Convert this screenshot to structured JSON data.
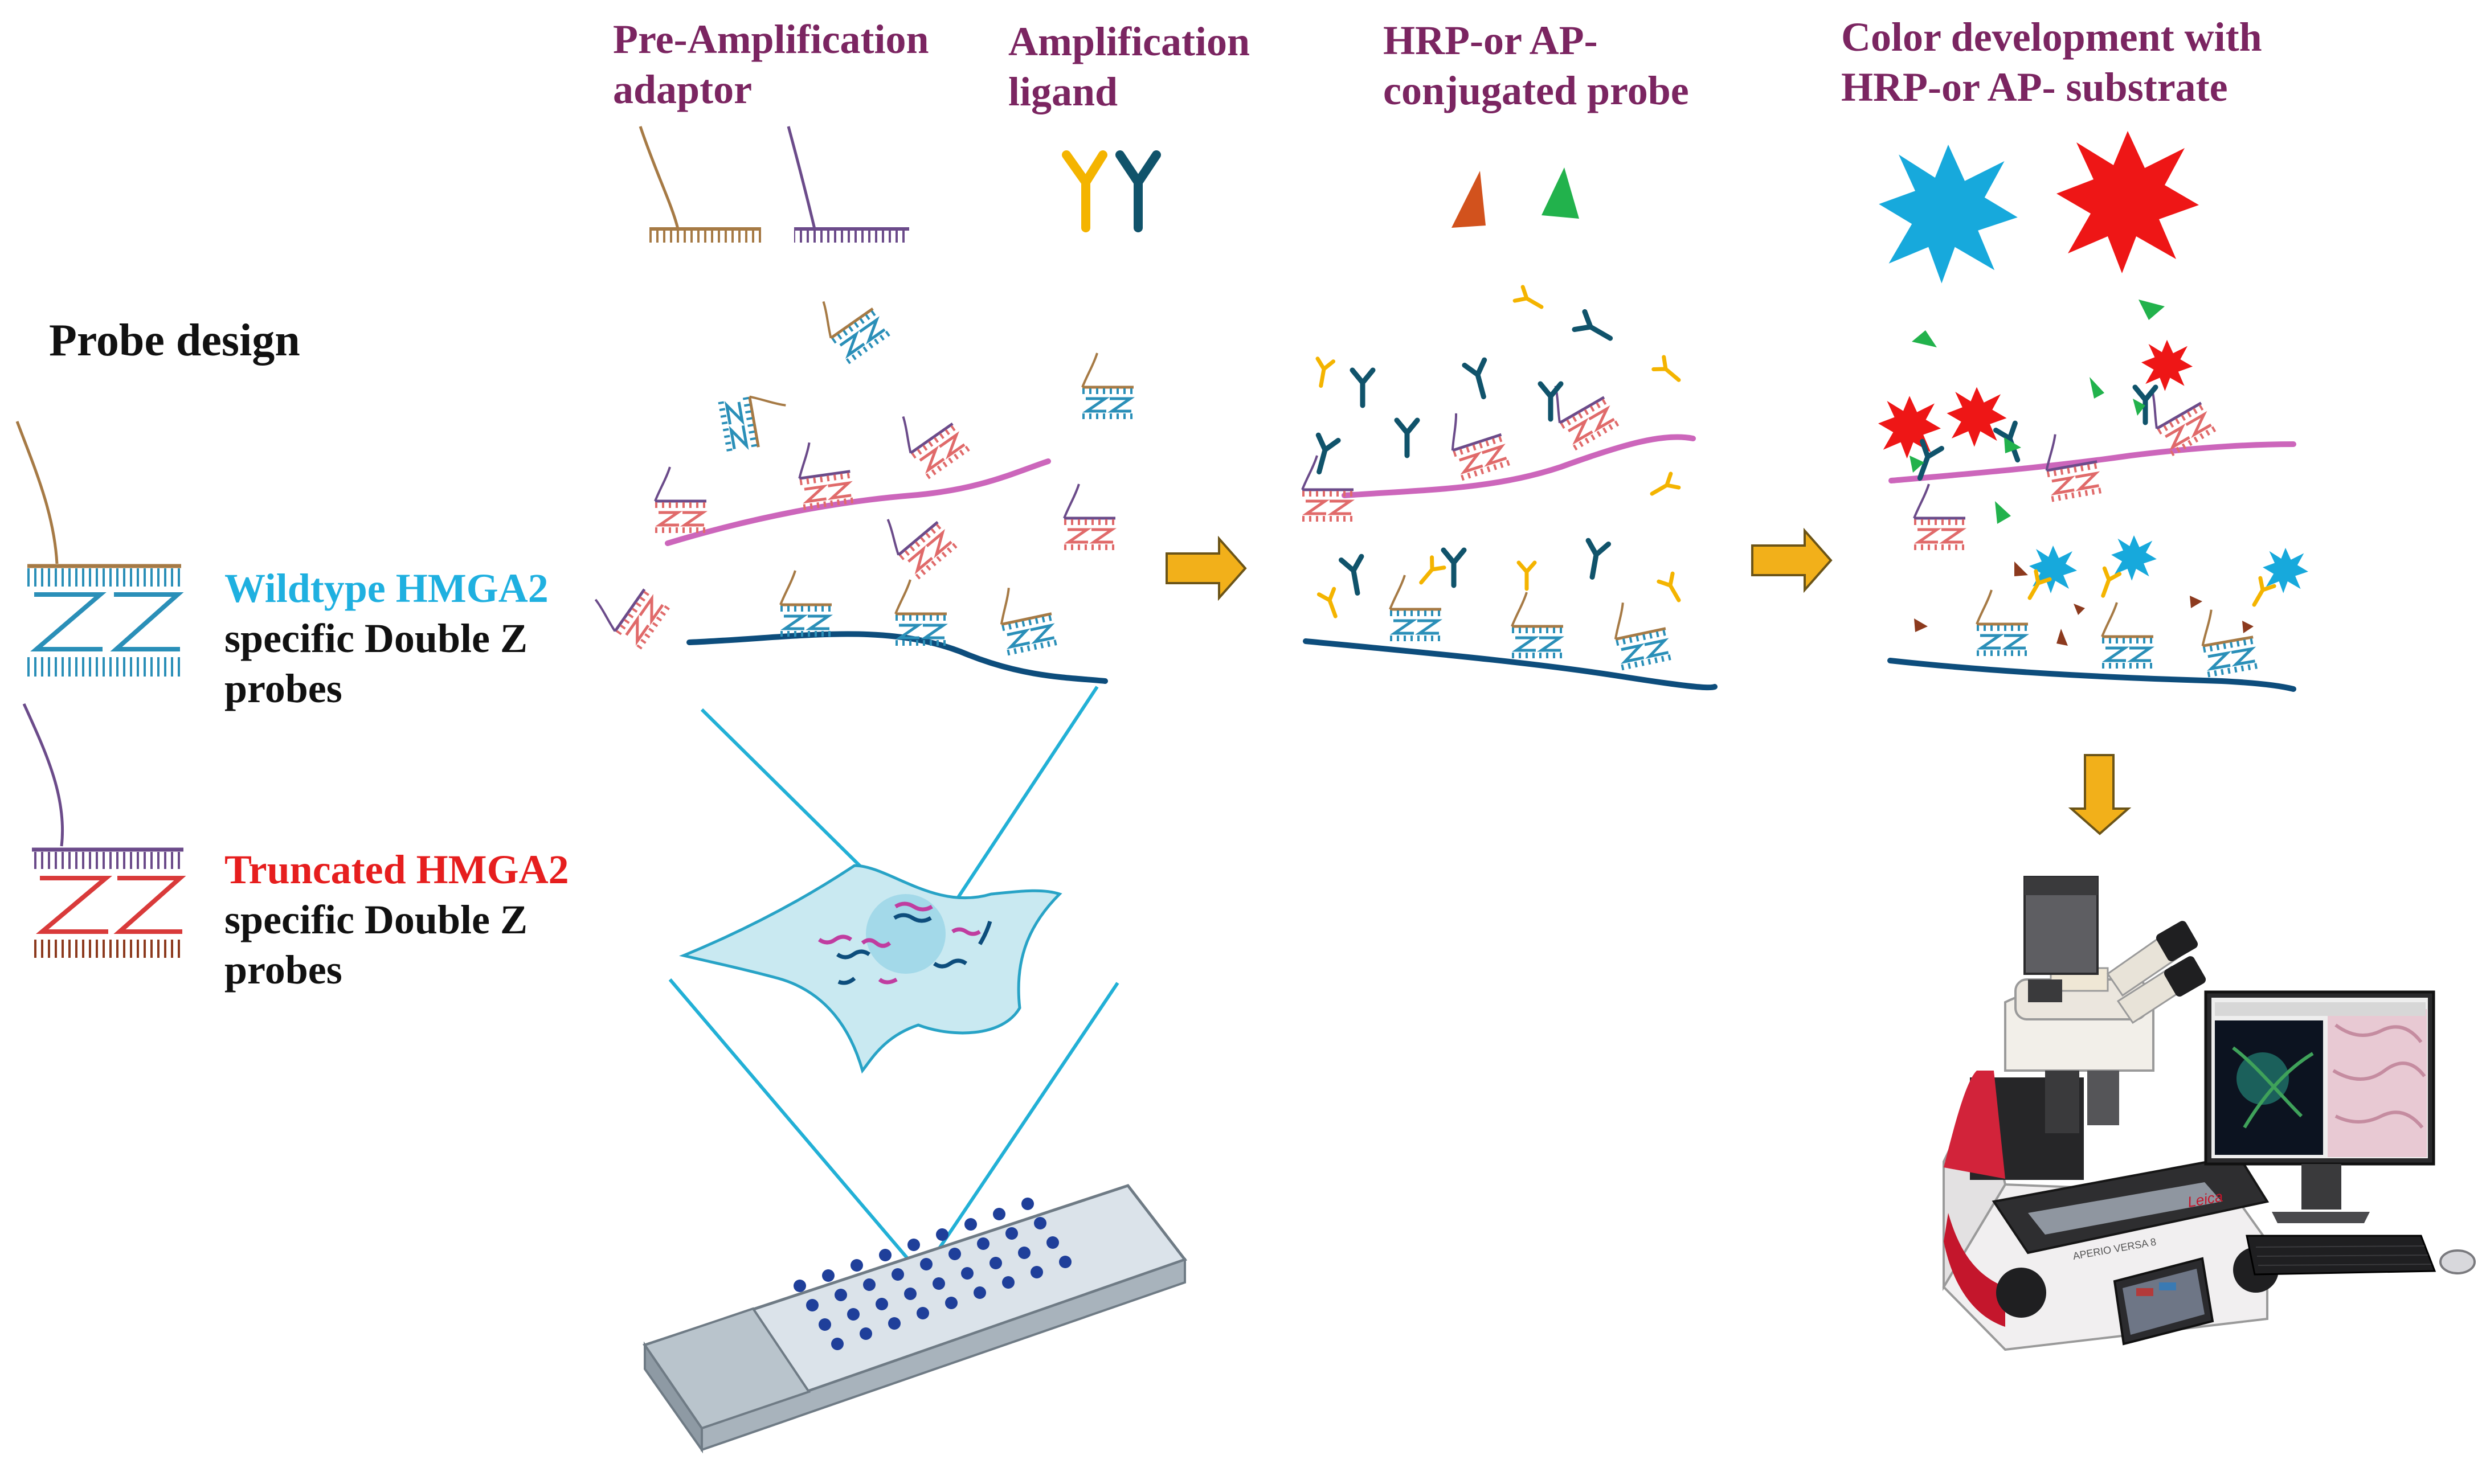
{
  "labels": {
    "probe_design": "Probe design",
    "pre_amp": [
      "Pre-Amplification",
      "adaptor"
    ],
    "amp_ligand": [
      "Amplification",
      "ligand"
    ],
    "hrp_probe": [
      "HRP-or AP-",
      "conjugated probe"
    ],
    "color_dev": [
      "Color development with",
      "HRP-or AP- substrate"
    ],
    "wildtype": {
      "name": "Wildtype  HMGA2",
      "line2": "specific Double Z",
      "line3": "probes"
    },
    "truncated": {
      "name": "Truncated HMGA2",
      "line2": "specific Double Z",
      "line3": "probes"
    }
  },
  "microscope_text": {
    "brand": "Leica",
    "model": "APERIO VERSA 8"
  },
  "colors": {
    "heading": "#7b2561",
    "wildtype": "#1fb0e0",
    "truncated": "#e61e1e",
    "rna_pink": "#cc66bb",
    "rna_navy": "#0d4d7c",
    "probe_blue": "#2a8fb8",
    "probe_red": "#e06a6a",
    "tail_brown": "#a67a45",
    "tail_purple": "#6b4b8a",
    "ligand_yellow": "#f4b400",
    "ligand_teal": "#10536b",
    "arrow_gold": "#f2b01a",
    "substrate_cyan": "#17a9dc",
    "substrate_red": "#ee1616",
    "probe_orange": "#d2521d",
    "probe_green": "#22b24c"
  },
  "icons": [
    "wildtype-double-z-probe-icon",
    "truncated-double-z-probe-icon",
    "pre-amplification-adaptor-icon",
    "amplification-ligand-icon",
    "hrp-conjugated-probe-icon",
    "ap-conjugated-probe-icon",
    "cyan-starburst-icon",
    "red-starburst-icon",
    "flow-arrow-icon",
    "cell-icon",
    "slide-icon",
    "microscope-icon",
    "monitor-icon",
    "keyboard-icon",
    "mouse-icon"
  ]
}
